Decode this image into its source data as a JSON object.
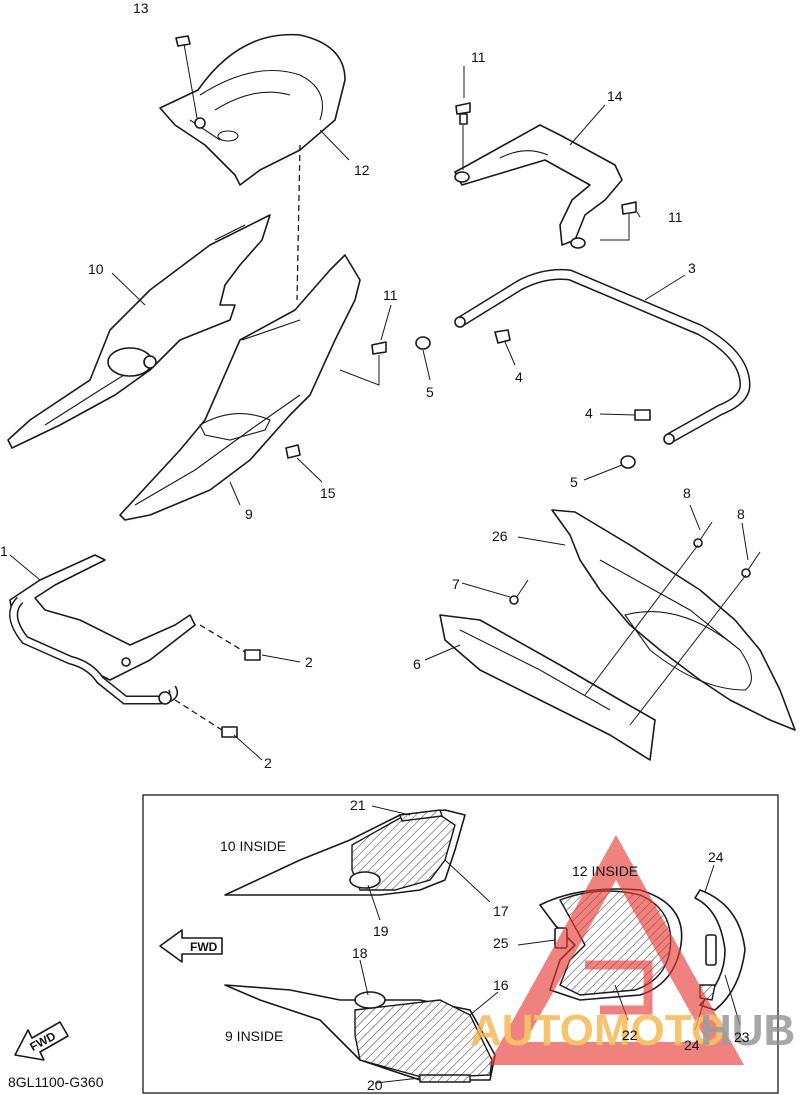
{
  "diagram_code": "8GL1100-G360",
  "inside_labels": {
    "part10": "10 INSIDE",
    "part12": "12 INSIDE",
    "part9": "9 INSIDE"
  },
  "fwd_label": "FWD",
  "watermark": {
    "word_primary": "AUTOMOTO",
    "word_secondary": "HUB",
    "primary_color": "#f5b54a",
    "secondary_color": "#8c8c8c",
    "emblem_color": "#e53935"
  },
  "callouts": {
    "c13": "13",
    "c12": "12",
    "c11a": "11",
    "c14": "14",
    "c11b": "11",
    "c3": "3",
    "c10": "10",
    "c11c": "11",
    "c5a": "5",
    "c4a": "4",
    "c4b": "4",
    "c5b": "5",
    "c15": "15",
    "c9": "9",
    "c8a": "8",
    "c8b": "8",
    "c26": "26",
    "c1": "1",
    "c7": "7",
    "c6": "6",
    "c2a": "2",
    "c2b": "2",
    "c21": "21",
    "c17": "17",
    "c19": "19",
    "c24a": "24",
    "c25": "25",
    "c18": "18",
    "c16": "16",
    "c22": "22",
    "c23": "23",
    "c24b": "24",
    "c20": "20"
  }
}
